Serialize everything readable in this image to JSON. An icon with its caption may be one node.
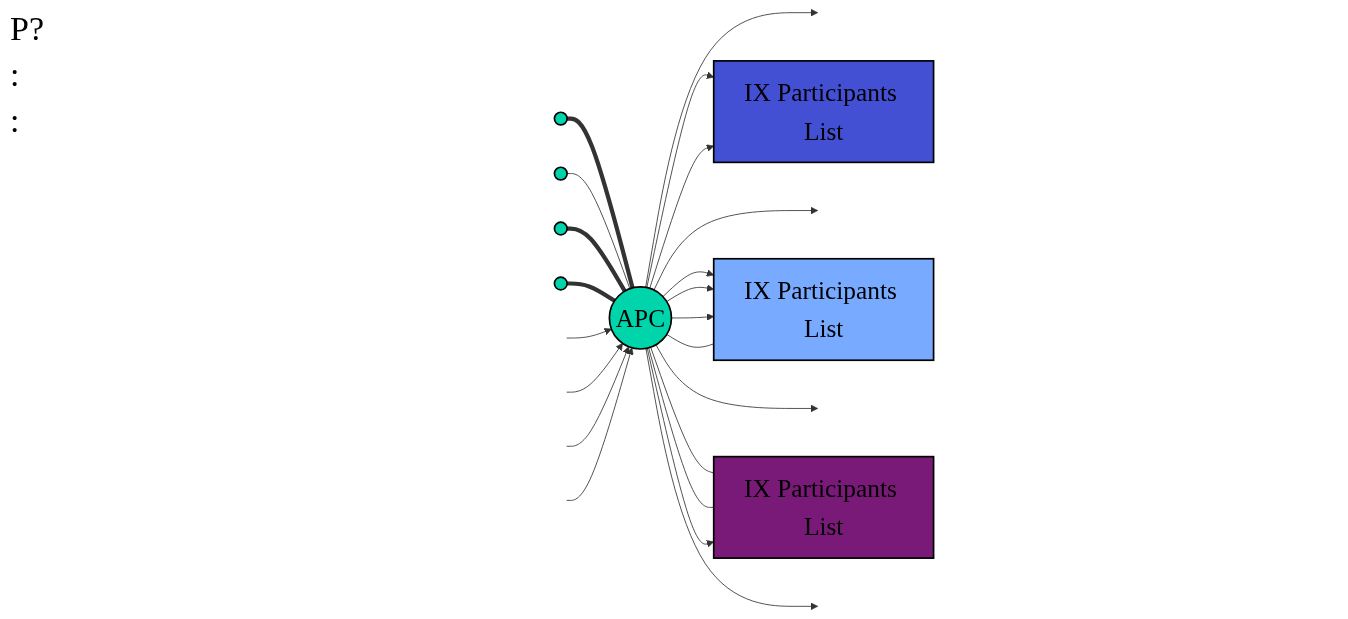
{
  "diagram": {
    "nodes": [
      {
        "text": [
          "APC"
        ]
      },
      {
        "text": [],
        "shape": "circle"
      },
      {
        "text": [],
        "shape": "circle"
      },
      {
        "text": [],
        "shape": "circle"
      },
      {
        "text": [],
        "shape": "circle"
      },
      {
        "text": [
          "IX Participants List"
        ]
      },
      {
        "text": [
          "IX Participants List"
        ]
      },
      {
        "text": [
          "IX Participants List"
        ]
      }
    ],
    "edges": [
      {
        "from": 1,
        "to": 0,
        "arrow": "none",
        "style": "thick"
      },
      {
        "from": 2,
        "to": 0,
        "arrow": "none"
      },
      {
        "from": 3,
        "to": 0,
        "arrow": "none",
        "style": "thick"
      },
      {
        "from": 4,
        "to": 0,
        "arrow": "none",
        "style": "thick"
      },
      {
        "from": 0,
        "to": null,
        "arrow": "to"
      },
      {
        "from": 0,
        "to": 5,
        "arrow": "to"
      },
      {
        "from": 0,
        "to": 5,
        "arrow": "to"
      },
      {
        "from": 0,
        "to": null,
        "arrow": "to"
      },
      {
        "from": 0,
        "to": 6,
        "arrow": "to"
      },
      {
        "from": 0,
        "to": 6,
        "arrow": "to"
      },
      {
        "from": 0,
        "to": 6,
        "arrow": "to"
      },
      {
        "from": 0,
        "to": 6,
        "arrow": "none"
      },
      {
        "from": 0,
        "to": null,
        "arrow": "to"
      },
      {
        "from": 0,
        "to": 7,
        "arrow": "none"
      },
      {
        "from": 0,
        "to": 7,
        "arrow": "none"
      },
      {
        "from": 0,
        "to": 7,
        "arrow": "to"
      },
      {
        "from": 0,
        "to": null,
        "arrow": "to"
      },
      {
        "from": null,
        "to": 0,
        "arrow": "to"
      },
      {
        "from": null,
        "to": 0,
        "arrow": "to"
      },
      {
        "from": null,
        "to": 0,
        "arrow": "to"
      },
      {
        "from": null,
        "to": 0,
        "arrow": "to"
      }
    ],
    "labels": [
      "P?",
      ":",
      ":"
    ]
  }
}
